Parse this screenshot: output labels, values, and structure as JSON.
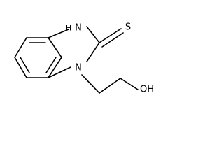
{
  "molecule": {
    "atoms": {
      "nh_h": "H",
      "nh_n": "N",
      "n1": "N",
      "sulfur": "S",
      "hydroxyl": "OH"
    },
    "colors": {
      "bond": "#000000",
      "label": "#000000",
      "background": "#ffffff"
    }
  }
}
